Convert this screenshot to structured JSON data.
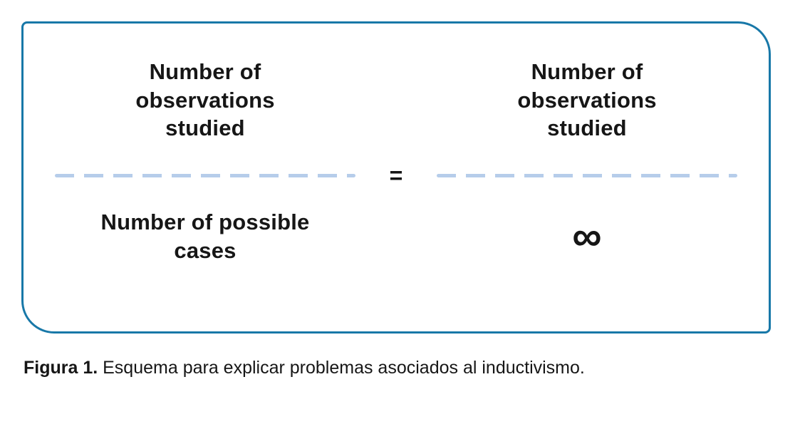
{
  "figure": {
    "left_fraction": {
      "numerator": "Number of\nobservations\nstudied",
      "denominator": "Number of possible\ncases"
    },
    "equals": "=",
    "right_fraction": {
      "numerator": "Number of\nobservations\nstudied",
      "denominator": "∞"
    },
    "colors": {
      "border": "#1878a8",
      "dash": "#b6cdea",
      "text": "#161616"
    }
  },
  "caption": {
    "label": "Figura 1.",
    "text": " Esquema para explicar problemas asociados al inductivismo."
  }
}
